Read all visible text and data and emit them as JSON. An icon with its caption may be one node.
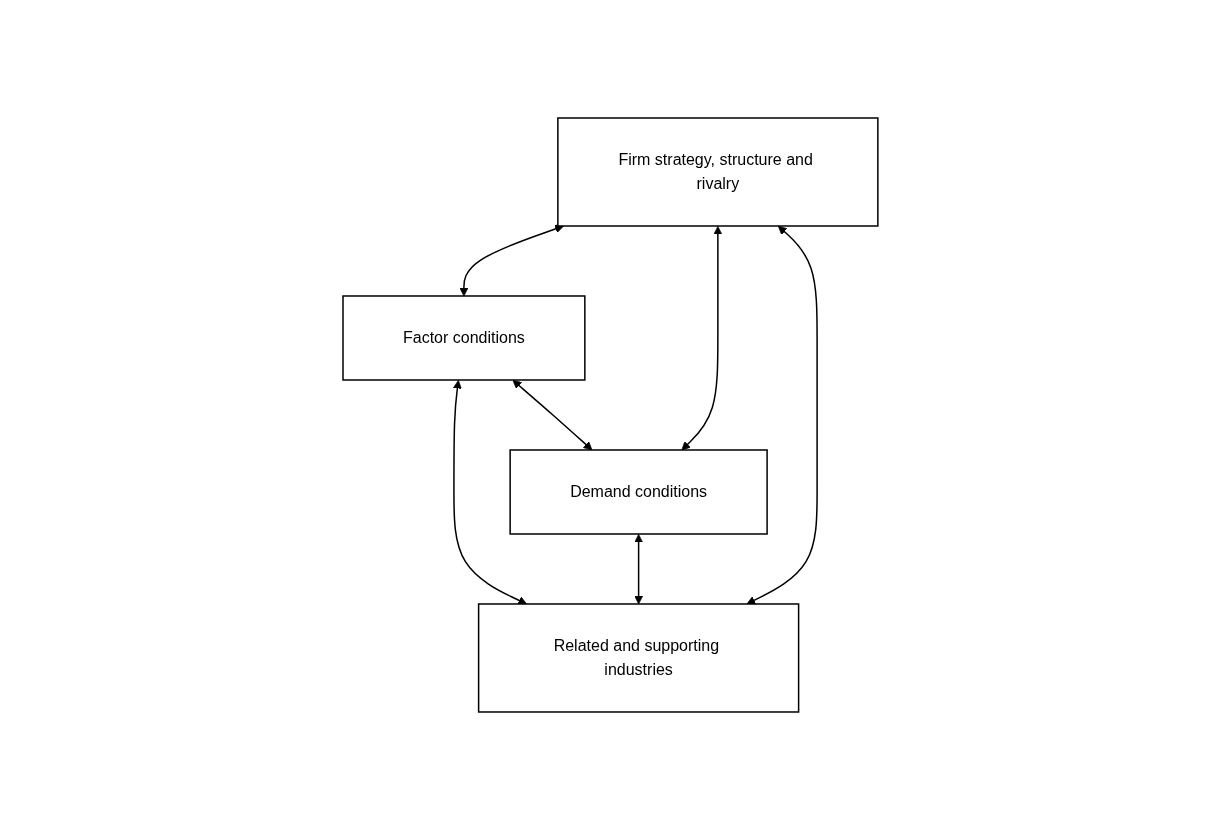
{
  "diagram": {
    "nodes": [
      {
        "text": [
          "Firm strategy, structure and rivalry"
        ]
      },
      {
        "text": [
          "Factor conditions"
        ]
      },
      {
        "text": [
          "Demand conditions"
        ]
      },
      {
        "text": [
          "Related and supporting industries"
        ]
      }
    ],
    "edges": [
      {
        "from": 0,
        "to": 1,
        "arrow": "both"
      },
      {
        "from": 0,
        "to": 2,
        "arrow": "both"
      },
      {
        "from": 1,
        "to": 3,
        "arrow": "both"
      },
      {
        "from": 2,
        "to": 3,
        "arrow": "both"
      },
      {
        "from": 0,
        "to": 3,
        "arrow": "both"
      },
      {
        "from": 1,
        "to": 2,
        "arrow": "both"
      }
    ]
  }
}
